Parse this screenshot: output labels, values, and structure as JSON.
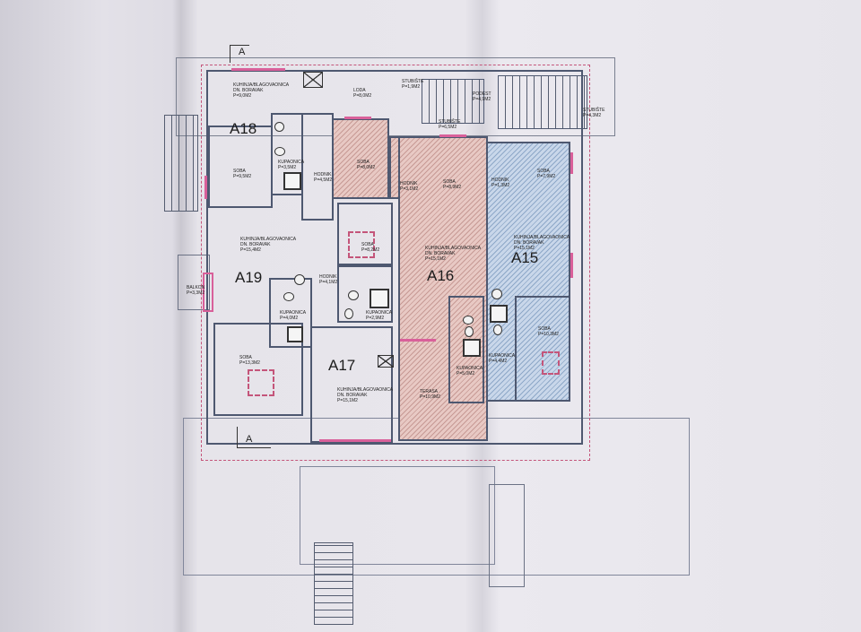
{
  "drawing": {
    "type": "architectural floor plan",
    "section_markers": [
      "A",
      "A"
    ],
    "units": [
      {
        "id": "A15",
        "color": "#8ea8c8",
        "rooms": [
          {
            "name": "KUHINJA/BLAGOVAONICA DN. BORAVAK",
            "area": "P=15,1m2"
          },
          {
            "name": "HODNIK",
            "area": "P=1,3m2"
          },
          {
            "name": "SOBA",
            "area": "P=7,9m2"
          },
          {
            "name": "SOBA",
            "area": "P=10,3m2"
          },
          {
            "name": "KUPAONICA",
            "area": "P=4,4m2"
          }
        ]
      },
      {
        "id": "A16",
        "color": "#c79a95",
        "rooms": [
          {
            "name": "KUHINJA/BLAGOVAONICA DN. BORAVAK",
            "area": "P=15,1m2"
          },
          {
            "name": "SOBA",
            "area": "P=8,0m2"
          },
          {
            "name": "SOBA",
            "area": "P=8,9m2"
          },
          {
            "name": "HODNIK",
            "area": "P=3,1m2"
          },
          {
            "name": "KUPAONICA",
            "area": "P=5,0m2"
          },
          {
            "name": "TERASA",
            "area": "P=10,9m2"
          }
        ]
      },
      {
        "id": "A17",
        "rooms": [
          {
            "name": "KUHINJA/BLAGOVAONICA DN. BORAVAK",
            "area": "P=15,1m2"
          },
          {
            "name": "SOBA",
            "area": "P=8,2m2"
          },
          {
            "name": "HODNIK",
            "area": "P=4,1m2"
          },
          {
            "name": "KUPAONICA",
            "area": "P=2,9m2"
          }
        ]
      },
      {
        "id": "A18",
        "rooms": [
          {
            "name": "KUHINJA/BLAGOVAONICA DN. BORAVAK",
            "area": "P=9,0m2"
          },
          {
            "name": "SOBA",
            "area": "P=9,5m2"
          },
          {
            "name": "KUPAONICA",
            "area": "P=3,5m2"
          },
          {
            "name": "HODNIK",
            "area": "P=4,5m2"
          }
        ]
      },
      {
        "id": "A19",
        "rooms": [
          {
            "name": "KUHINJA/BLAGOVAONICA DN. BORAVAK",
            "area": "P=15,4m2"
          },
          {
            "name": "KUPAONICA",
            "area": "P=4,0m2"
          },
          {
            "name": "SOBA",
            "area": "P=13,3m2"
          },
          {
            "name": "BALKON",
            "area": "P=3,3m2"
          }
        ]
      }
    ],
    "common": [
      {
        "name": "LODA",
        "area": "P=8,0m2"
      },
      {
        "name": "STUBIŠTE",
        "area": "P=1,9m2"
      },
      {
        "name": "STUBIŠTE",
        "area": "P=6,5m2"
      },
      {
        "name": "PODEST",
        "area": "P=4,9m2"
      },
      {
        "name": "STUBIŠTE",
        "area": "P=4,3m2"
      }
    ]
  },
  "labels": {
    "a18": "A18",
    "a19": "A19",
    "a17": "A17",
    "a16": "A16",
    "a15": "A15",
    "sec_top": "A",
    "sec_bottom": "A",
    "a18_kitchen": "KUHINJA/BLAGOVAONICA\nDN. BORAVAK\nP=9,0m2",
    "loda": "LODA\nP=8,0m2",
    "stub1": "STUBIŠTE\nP=1,9m2",
    "podest": "PODEST\nP=4,9m2",
    "stub2": "STUBIŠTE\nP=6,5m2",
    "stub3": "STUBIŠTE\nP=4,3m2",
    "a18_soba": "SOBA\nP=9,5m2",
    "a18_kup": "KUPAONICA\nP=3,5m2",
    "hodnik1": "HODNIK\nP=4,5m2",
    "a16_soba1": "SOBA\nP=8,0m2",
    "a16_hodnik": "HODNIK\nP=3,1m2",
    "a16_soba2": "SOBA\nP=8,9m2",
    "a15_hodnik": "HODNIK\nP=1,3m2",
    "a15_soba1": "SOBA\nP=7,9m2",
    "a19_kitchen": "KUHINJA/BLAGOVAONICA\nDN. BORAVAK\nP=15,4m2",
    "a17_soba": "SOBA\nP=8,2m2",
    "a16_kitchen": "KUHINJA/BLAGOVAONICA\nDN. BORAVAK\nP=15,1m2",
    "a15_kitchen": "KUHINJA/BLAGOVAONICA\nDN. BORAVAK\nP=15,1m2",
    "balkon": "BALKON\nP=3,3m2",
    "a17_hodnik": "HODNIK\nP=4,1m2",
    "a19_kup": "KUPAONICA\nP=4,0m2",
    "a17_kup": "KUPAONICA\nP=2,9m2",
    "a19_soba": "SOBA\nP=13,3m2",
    "a17_kitchen": "KUHINJA/BLAGOVAONICA\nDN. BORAVAK\nP=15,1m2",
    "a16_kup": "KUPAONICA\nP=5,0m2",
    "a15_kup": "KUPAONICA\nP=4,4m2",
    "a15_soba2": "SOBA\nP=10,3m2",
    "terasa": "TERASA\nP=10,9m2"
  }
}
